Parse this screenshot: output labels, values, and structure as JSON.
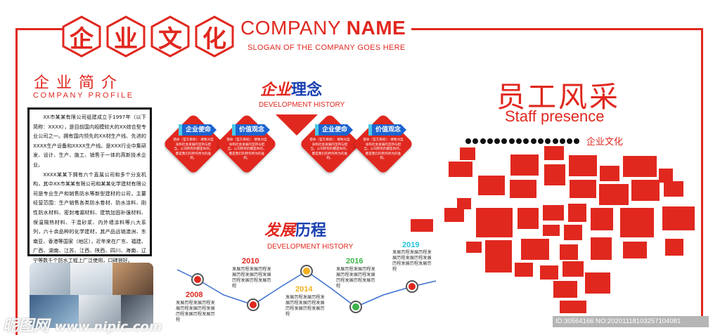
{
  "header": {
    "hex_chars": [
      "企",
      "业",
      "文",
      "化"
    ],
    "company_name_light": "COMPANY",
    "company_name_bold": "NAME",
    "slogan": "SLOGAN OF THE COMPANY GOES HERE",
    "brand_color": "#e0281f"
  },
  "intro": {
    "title": "企业简介",
    "subtitle": "COMPANY PROFILE",
    "paragraph_1": "XX市某某有限公司组建成立于1997年（以下简称：XXXX），是目前国内规模较大的XX综合型专业公司之一。拥有国内领先的XX材生产线、先进的XXXX生产设备和XXXX生产线。是XXX行业中集研发、设计、生产、施工、销售于一体的高新技术企业。",
    "paragraph_2": "XXXX某某下拥有六个直属公司和多个分支机构，其中XX市某某有限公司和某某化学建材有限公司是专业生产和销售防水等新型建材的公司，主要经营范围：生产销售各类防水卷材、防水涂料、刚性防水材料、密封堵漏材料、建筑加固补强材料、保温隔热材料、干混砂浆、内外墙涂料等八大系列，六十余品种的化学建材，其产品远销澳洲、东南亚、香港等国家（地区），近年来在广东、福建、广西、湖南、江苏、江西、陕西、四川、海南、辽宁等数千个防水工程上广泛使用，口碑很好。"
  },
  "photos": {
    "watermark": "昵图网",
    "watermark_url": "www.nipic.com"
  },
  "philosophy": {
    "title_script": "企业",
    "title_main": "理念",
    "subtitle": "DEVELOPMENT HISTORY",
    "cards": [
      {
        "ribbon": "企业使命",
        "text": "使命（官方目标）：要致对自身和社会发展的坚持与担当，公司所有的都是你的，都是我们的所作所为的准则。"
      },
      {
        "ribbon": "价值观念",
        "text": "使命（官方目标）：要致对自身和社会发展的坚持与担当，公司所有的都是你的，都是我们的所作所为的准则。"
      },
      {
        "ribbon": "企业使命",
        "text": "使命（官方目标）：要致对自身和社会发展的坚持与担当，公司所有的都是你的，都是我们的所作所为的准则。"
      },
      {
        "ribbon": "价值观念",
        "text": "使命（官方目标）：要致对自身和社会发展的坚持与担当，公司所有的都是你的，都是我们的所作所为的准则。"
      }
    ]
  },
  "history": {
    "title_script": "发展",
    "title_main": "历程",
    "subtitle": "DEVELOPMENT HISTORY",
    "milestones": [
      {
        "year": "2008",
        "color": "#e0281f",
        "text": "发展历程发展历程发展历程发展历程发展历程发展历程发展历程"
      },
      {
        "year": "2010",
        "color": "#e0281f",
        "text": "发展历程发展历程发展历程发展历程发展历程发展历程发展历程"
      },
      {
        "year": "2014",
        "color": "#f2b01e",
        "text": "发展历程发展历程发展历程发展历程发展历程发展历程发展历程"
      },
      {
        "year": "2016",
        "color": "#3fb24b",
        "text": "发展历程发展历程发展历程发展历程发展历程发展历程发展历程"
      },
      {
        "year": "2019",
        "color": "#26c3d9",
        "text": "发展历程发展历程发展历程发展历程发展历程发展历程发展历程"
      }
    ]
  },
  "staff": {
    "title_cn": "员工风采",
    "title_en": "Staff presence",
    "tagline": "企业文化"
  },
  "footer_watermark": "ID:30564166 NO:20201118103257104081"
}
